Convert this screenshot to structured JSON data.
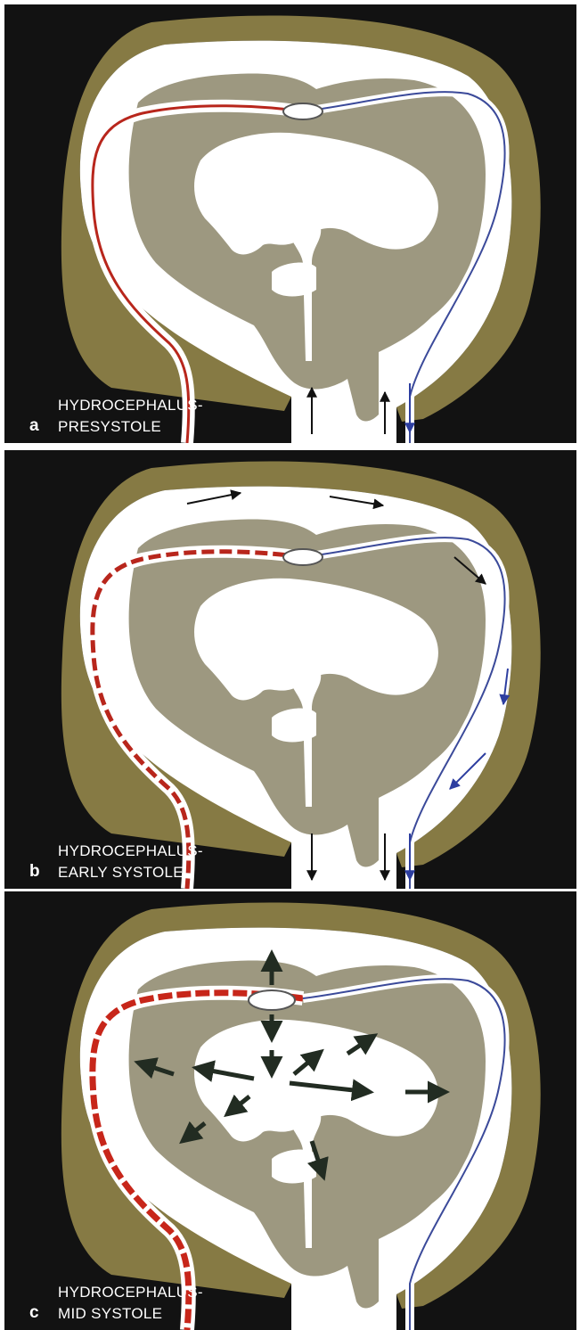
{
  "colors": {
    "background": "#121212",
    "skull": "#867a44",
    "brain": "#9d9880",
    "csf": "#ffffff",
    "artery": "#b8261c",
    "vein": "#3b4a9a",
    "flow_arrow": "#222c22"
  },
  "panels": [
    {
      "letter": "a",
      "caption_line1": "HYDROCEPHALUS-",
      "caption_line2": "PRESYSTOLE",
      "phase": "presystole"
    },
    {
      "letter": "b",
      "caption_line1": "HYDROCEPHALUS-",
      "caption_line2": "EARLY SYSTOLE",
      "phase": "early-systole"
    },
    {
      "letter": "c",
      "caption_line1": "HYDROCEPHALUS-",
      "caption_line2": "MID SYSTOLE",
      "phase": "mid-systole"
    }
  ]
}
